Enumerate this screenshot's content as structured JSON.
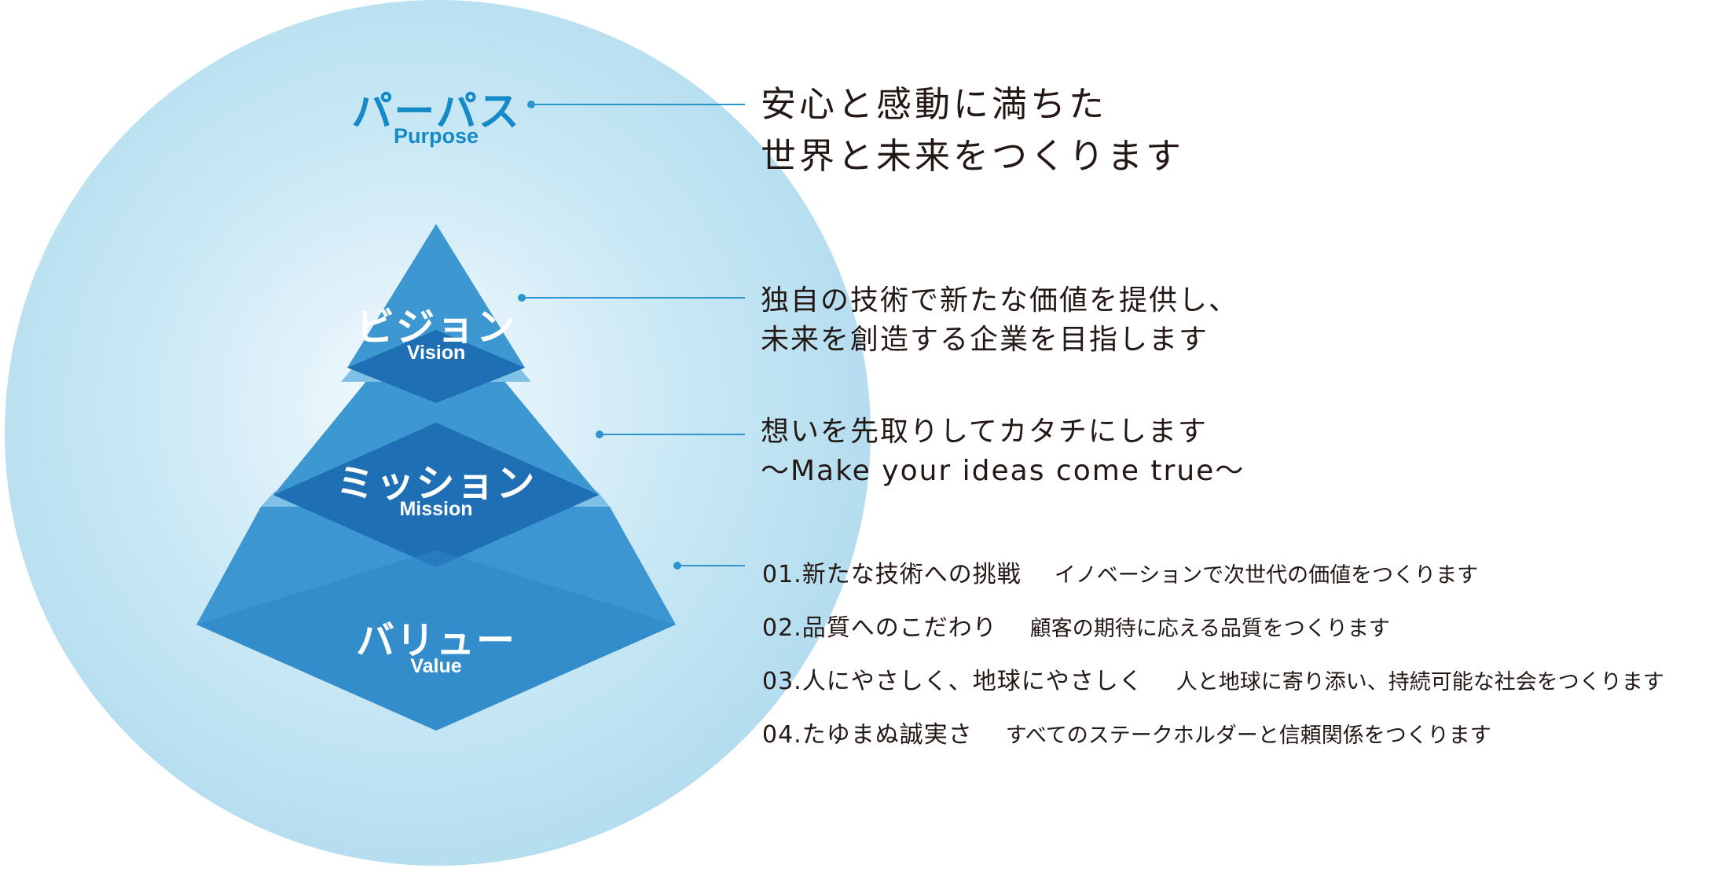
{
  "purpose": {
    "title": "パーパス",
    "subtitle": "Purpose",
    "statement_line1": "安心と感動に満ちた",
    "statement_line2": "世界と未来をつくります"
  },
  "vision": {
    "title": "ビジョン",
    "subtitle": "Vision",
    "statement_line1": "独自の技術で新たな価値を提供し、",
    "statement_line2": "未来を創造する企業を目指します"
  },
  "mission": {
    "title": "ミッション",
    "subtitle": "Mission",
    "statement_line1": "想いを先取りしてカタチにします",
    "statement_line2": "〜Make your ideas come true〜"
  },
  "value": {
    "title": "バリュー",
    "subtitle": "Value",
    "items": [
      {
        "label": "01.新たな技術への挑戦",
        "description": "イノベーションで次世代の価値をつくります"
      },
      {
        "label": "02.品質へのこだわり",
        "description": "顧客の期待に応える品質をつくります"
      },
      {
        "label": "03.人にやさしく、地球にやさしく",
        "description": "人と地球に寄り添い、持続可能な社会をつくります"
      },
      {
        "label": "04.たゆまぬ誠実さ",
        "description": "すべてのステークホルダーと信頼関係をつくります"
      }
    ]
  },
  "colors": {
    "accent": "#1689c7",
    "connector": "#2b95cc",
    "pyramid_light": "#3d97d1",
    "pyramid_dark": "#1f6fb4",
    "band": "#7fc1e6",
    "circle": "#b4ddef"
  }
}
